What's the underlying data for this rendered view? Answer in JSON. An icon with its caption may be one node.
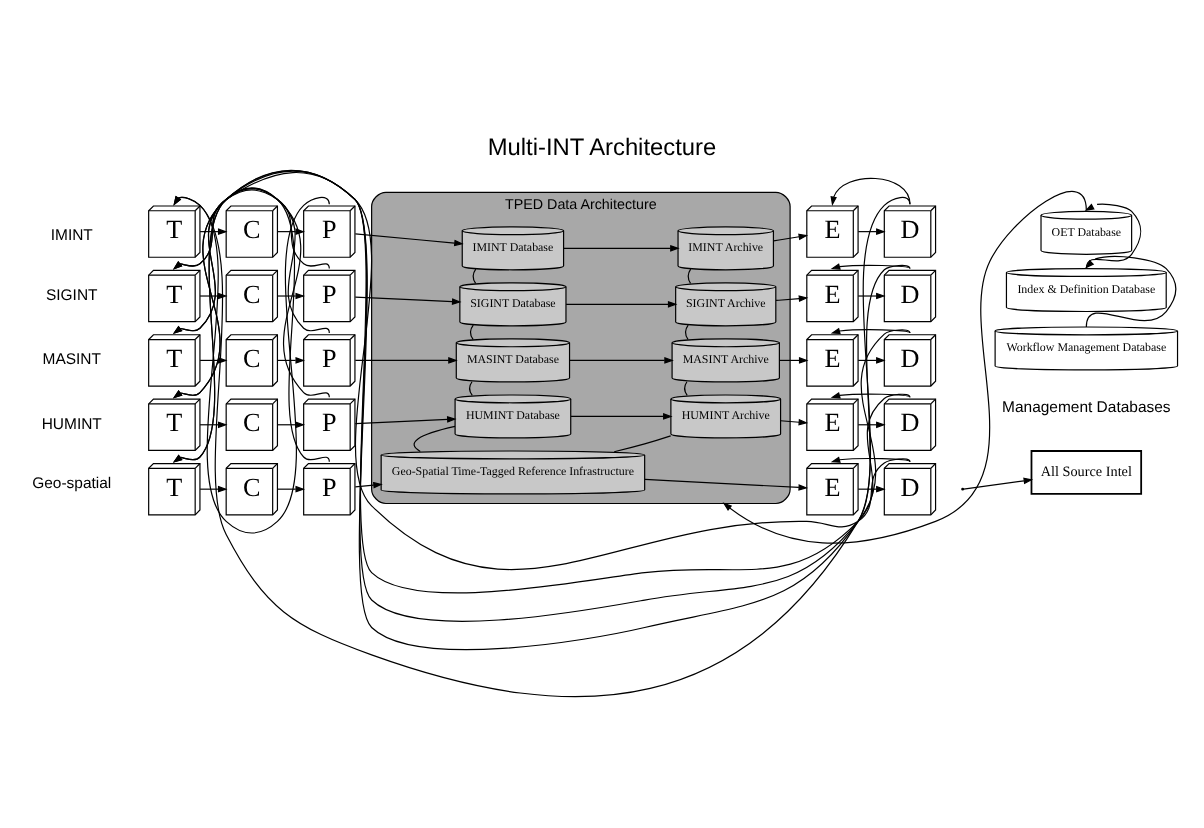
{
  "diagram": {
    "title": "Multi-INT Architecture",
    "nodes": [
      {
        "text": [
          "TPED Data Architecture"
        ]
      },
      {
        "text": [
          "T"
        ]
      },
      {
        "text": [
          "C"
        ]
      },
      {
        "text": [
          "P"
        ]
      },
      {
        "text": [
          "IMINT Database"
        ],
        "in": 0
      },
      {
        "text": [
          "IMINT Archive"
        ],
        "in": 0
      },
      {
        "text": [
          "E"
        ]
      },
      {
        "text": [
          "D"
        ]
      },
      {
        "text": [
          "T"
        ]
      },
      {
        "text": [
          "C"
        ]
      },
      {
        "text": [
          "P"
        ]
      },
      {
        "text": [
          "SIGINT Database"
        ],
        "in": 0
      },
      {
        "text": [
          "SIGINT Archive"
        ],
        "in": 0
      },
      {
        "text": [
          "E"
        ]
      },
      {
        "text": [
          "D"
        ]
      },
      {
        "text": [
          "T"
        ]
      },
      {
        "text": [
          "C"
        ]
      },
      {
        "text": [
          "P"
        ]
      },
      {
        "text": [
          "MASINT Database"
        ],
        "in": 0
      },
      {
        "text": [
          "MASINT Archive"
        ],
        "in": 0
      },
      {
        "text": [
          "E"
        ]
      },
      {
        "text": [
          "D"
        ]
      },
      {
        "text": [
          "T"
        ]
      },
      {
        "text": [
          "C"
        ]
      },
      {
        "text": [
          "P"
        ]
      },
      {
        "text": [
          "HUMINT Database"
        ],
        "in": 0
      },
      {
        "text": [
          "HUMINT Archive"
        ],
        "in": 0
      },
      {
        "text": [
          "E"
        ]
      },
      {
        "text": [
          "D"
        ]
      },
      {
        "text": [
          "T"
        ]
      },
      {
        "text": [
          "C"
        ]
      },
      {
        "text": [
          "P"
        ]
      },
      {
        "text": [
          "Geo-Spatial Time-Tagged Reference Infrastructure"
        ],
        "in": 0
      },
      {
        "text": [
          "E"
        ]
      },
      {
        "text": [
          "D"
        ]
      },
      {
        "text": [
          "OET Database"
        ]
      },
      {
        "text": [
          "Index & Definition Database"
        ]
      },
      {
        "text": [
          "Workflow Management Database"
        ]
      },
      {
        "text": [
          "All Source Intel"
        ]
      }
    ],
    "edges": [
      {
        "from": 1,
        "to": 2,
        "arrow": "to"
      },
      {
        "from": 2,
        "to": 3,
        "arrow": "to"
      },
      {
        "from": 3,
        "to": 4,
        "arrow": "to"
      },
      {
        "from": 4,
        "to": 5,
        "arrow": "to"
      },
      {
        "from": 5,
        "to": 6,
        "arrow": "to"
      },
      {
        "from": 6,
        "to": 7,
        "arrow": "to"
      },
      {
        "from": 3,
        "to": 1,
        "arrow": "to"
      },
      {
        "from": 7,
        "to": 1,
        "arrow": "to"
      },
      {
        "from": 7,
        "to": 6,
        "arrow": "to"
      },
      {
        "from": 8,
        "to": 9,
        "arrow": "to"
      },
      {
        "from": 9,
        "to": 10,
        "arrow": "to"
      },
      {
        "from": 10,
        "to": 11,
        "arrow": "to"
      },
      {
        "from": 11,
        "to": 12,
        "arrow": "to"
      },
      {
        "from": 12,
        "to": 13,
        "arrow": "to"
      },
      {
        "from": 13,
        "to": 14,
        "arrow": "to"
      },
      {
        "from": 10,
        "to": 8,
        "arrow": "to"
      },
      {
        "from": 14,
        "to": 8,
        "arrow": "to"
      },
      {
        "from": 14,
        "to": 13,
        "arrow": "to"
      },
      {
        "from": 15,
        "to": 16,
        "arrow": "to"
      },
      {
        "from": 16,
        "to": 17,
        "arrow": "to"
      },
      {
        "from": 17,
        "to": 18,
        "arrow": "to"
      },
      {
        "from": 18,
        "to": 19,
        "arrow": "to"
      },
      {
        "from": 19,
        "to": 20,
        "arrow": "to"
      },
      {
        "from": 20,
        "to": 21,
        "arrow": "to"
      },
      {
        "from": 17,
        "to": 15,
        "arrow": "to"
      },
      {
        "from": 21,
        "to": 15,
        "arrow": "to"
      },
      {
        "from": 21,
        "to": 20,
        "arrow": "to"
      },
      {
        "from": 22,
        "to": 23,
        "arrow": "to"
      },
      {
        "from": 23,
        "to": 24,
        "arrow": "to"
      },
      {
        "from": 24,
        "to": 25,
        "arrow": "to"
      },
      {
        "from": 25,
        "to": 26,
        "arrow": "to"
      },
      {
        "from": 26,
        "to": 27,
        "arrow": "to"
      },
      {
        "from": 27,
        "to": 28,
        "arrow": "to"
      },
      {
        "from": 24,
        "to": 22,
        "arrow": "to"
      },
      {
        "from": 28,
        "to": 22,
        "arrow": "to"
      },
      {
        "from": 28,
        "to": 27,
        "arrow": "to"
      },
      {
        "from": 29,
        "to": 30,
        "arrow": "to"
      },
      {
        "from": 30,
        "to": 31,
        "arrow": "to"
      },
      {
        "from": 31,
        "to": 32,
        "arrow": "to"
      },
      {
        "from": 32,
        "to": 33,
        "arrow": "to"
      },
      {
        "from": 33,
        "to": 34,
        "arrow": "to"
      },
      {
        "from": 31,
        "to": 29,
        "arrow": "to"
      },
      {
        "from": 34,
        "to": 29,
        "arrow": "to"
      },
      {
        "from": 34,
        "to": 33,
        "arrow": "to"
      },
      {
        "from": 4,
        "to": 11,
        "arrow": "none"
      },
      {
        "from": 11,
        "to": 18,
        "arrow": "none"
      },
      {
        "from": 18,
        "to": 25,
        "arrow": "none"
      },
      {
        "from": 25,
        "to": 32,
        "arrow": "none"
      },
      {
        "from": 5,
        "to": 12,
        "arrow": "none"
      },
      {
        "from": 12,
        "to": 19,
        "arrow": "none"
      },
      {
        "from": 19,
        "to": 26,
        "arrow": "none"
      },
      {
        "from": 26,
        "to": 32,
        "arrow": "none"
      },
      {
        "from": 37,
        "to": 36,
        "arrow": "to"
      },
      {
        "from": 36,
        "to": 35,
        "arrow": "to"
      },
      {
        "from": 35,
        "to": 0,
        "arrow": "to"
      },
      {
        "from": null,
        "to": 38,
        "arrow": "to"
      }
    ],
    "labels": [
      "IMINT",
      "SIGINT",
      "MASINT",
      "HUMINT",
      "Geo-spatial",
      "Management Databases"
    ]
  }
}
